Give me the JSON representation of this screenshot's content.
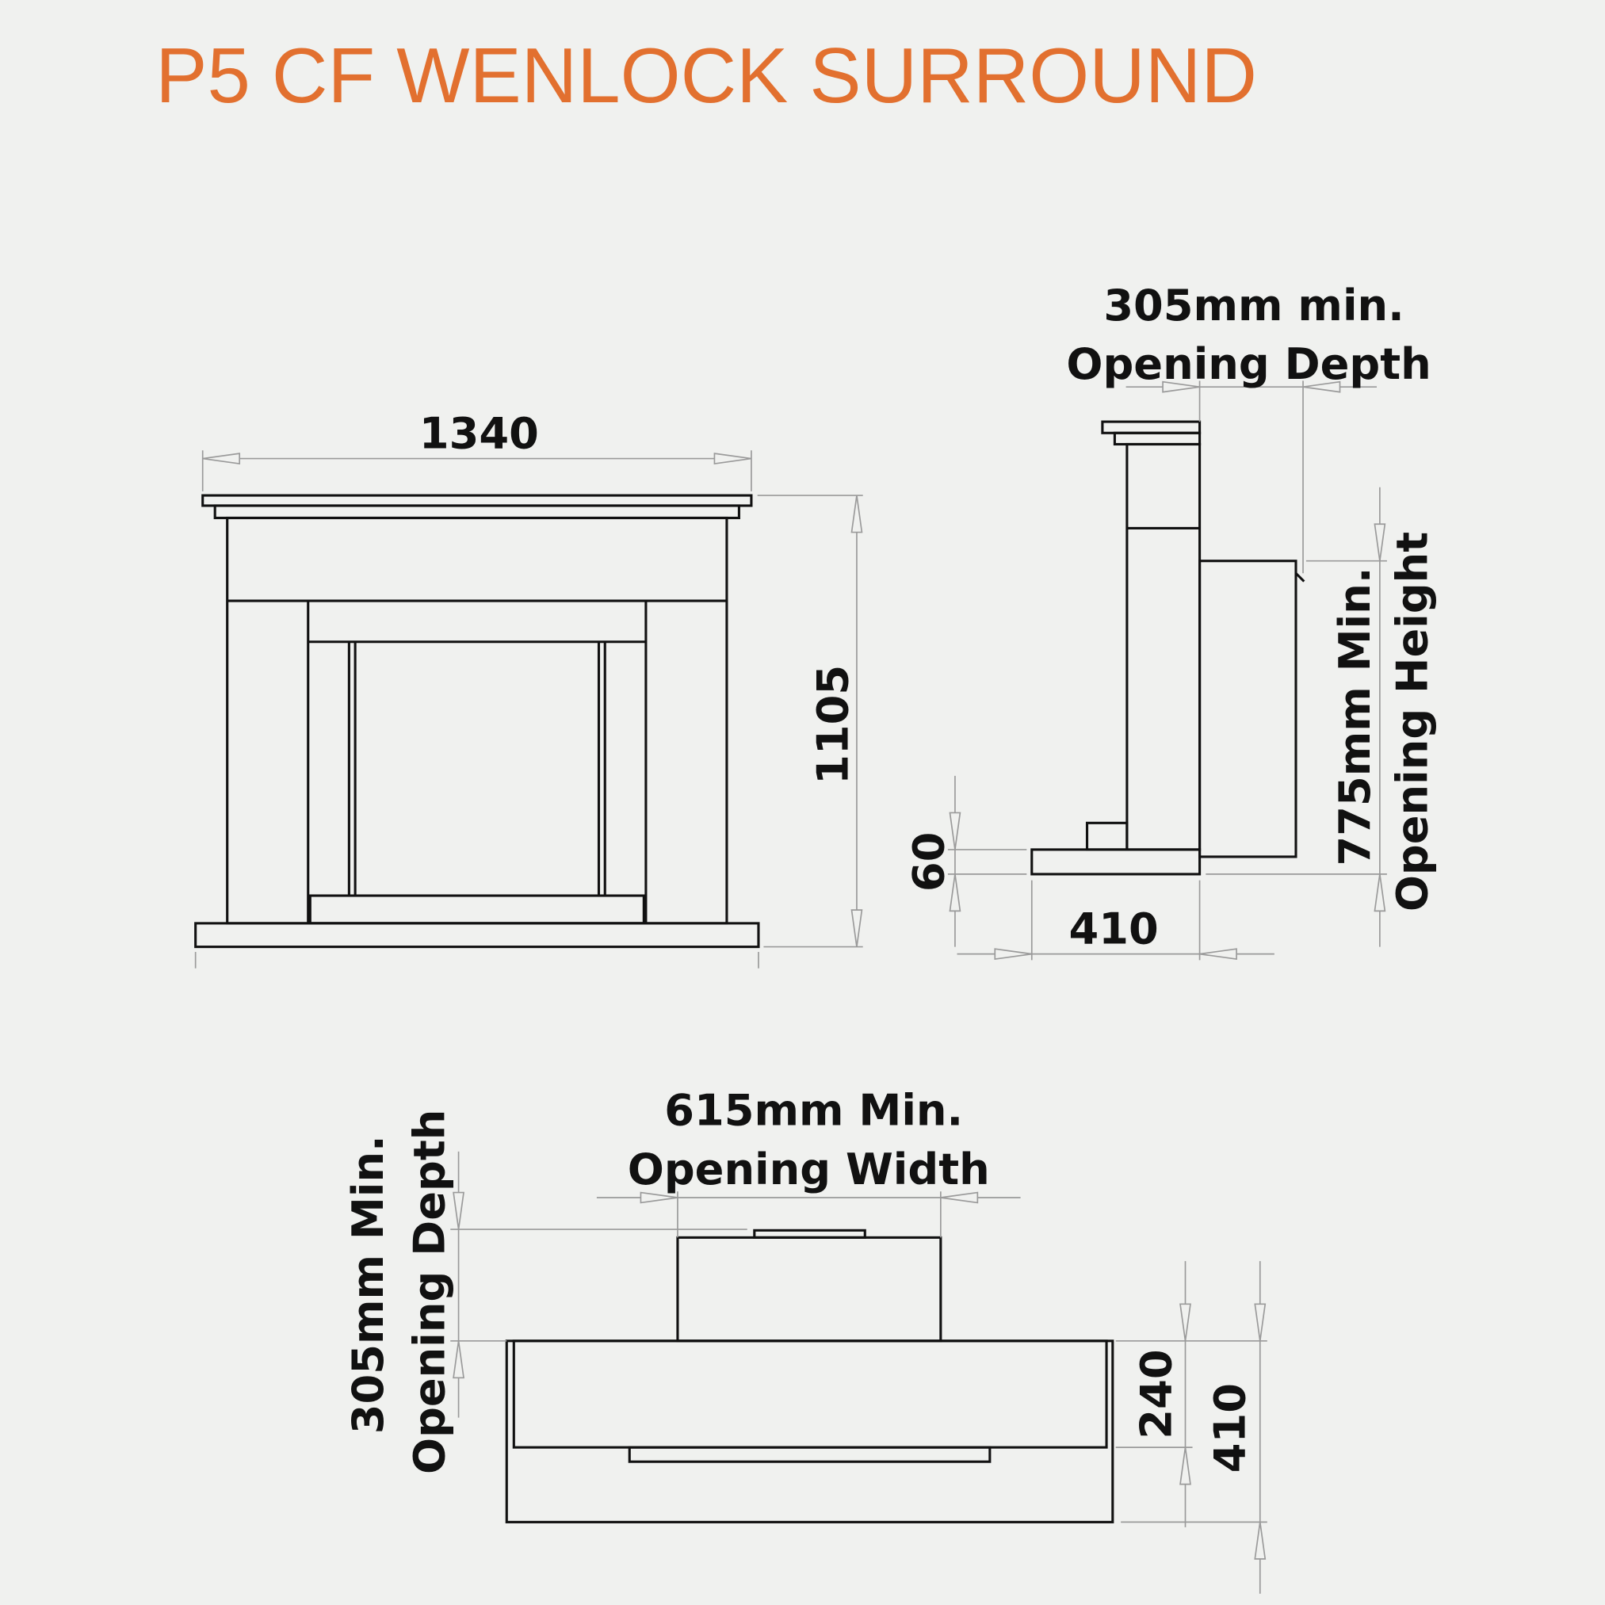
{
  "title": "P5 CF WENLOCK SURROUND",
  "colors": {
    "title": "#e2702f",
    "background": "#f0f1ef",
    "line": "#111111",
    "dimension_line": "#9a9a9a"
  },
  "front_view": {
    "width_label": "1340",
    "height_label": "1105"
  },
  "side_view": {
    "depth_label_line1": "305mm min.",
    "depth_label_line2": "Opening Depth",
    "height_label_line1": "775mm Min.",
    "height_label_line2": "Opening Height",
    "hearth_thickness_label": "60",
    "hearth_depth_label": "410"
  },
  "plan_view": {
    "width_label_line1": "615mm Min.",
    "width_label_line2": "Opening Width",
    "depth_label_line1": "305mm Min.",
    "depth_label_line2": "Opening Depth",
    "inner_depth_label": "240",
    "total_depth_label": "410"
  }
}
